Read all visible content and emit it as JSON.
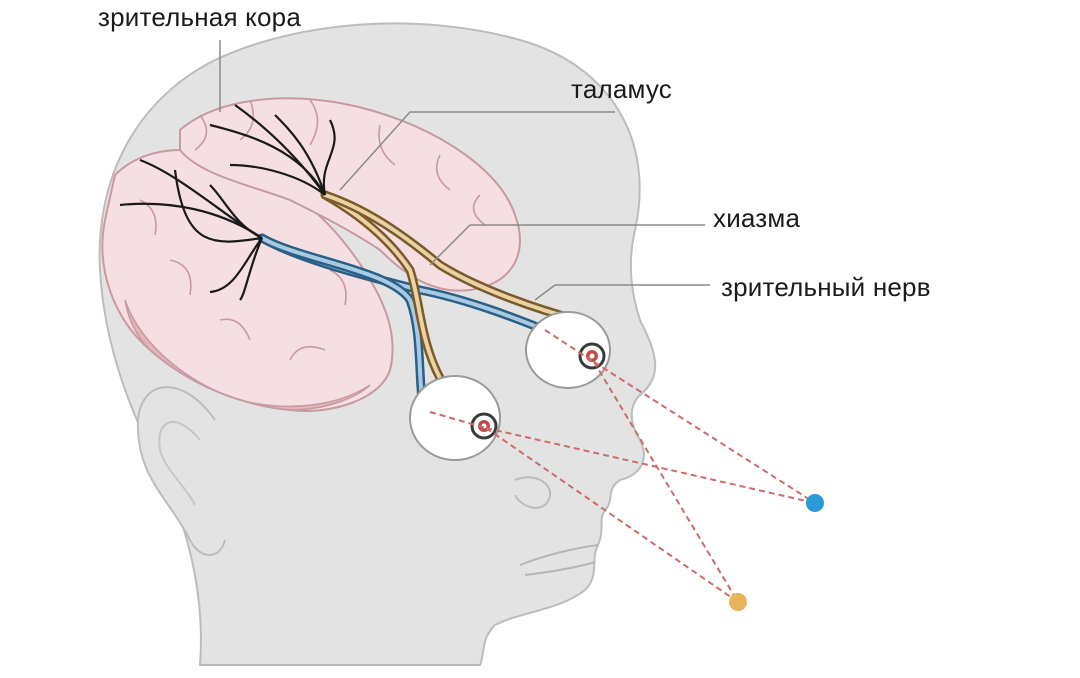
{
  "labels": {
    "visual_cortex": "зрительная кора",
    "thalamus": "таламус",
    "optic_chiasm": "хиазма",
    "optic_nerve": "зрительный нерв"
  },
  "colors": {
    "head_fill": "#e3e3e3",
    "head_outline": "#bcbcbc",
    "brain_fill": "#f6dfe2",
    "brain_outline": "#c79aa1",
    "brain_underside": "#e4b2b9",
    "nerve_left_eye": "#5b8db4",
    "nerve_right_eye": "#d8b57a",
    "ray_lines": "#cf6a6a",
    "target_blue": "#2a9ad8",
    "target_yellow": "#e8b35a"
  },
  "icons": [
    "eyeball-icon",
    "target-point-icon"
  ]
}
